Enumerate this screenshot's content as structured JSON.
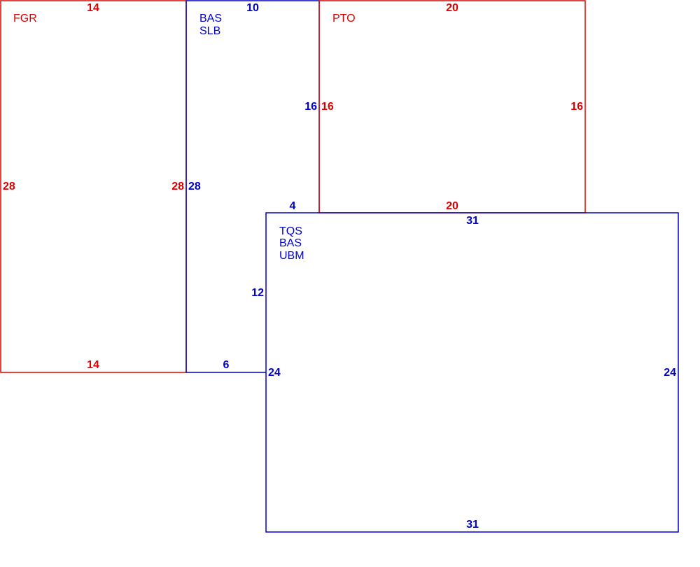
{
  "colors": {
    "red": "#dd0000",
    "blue": "#0000cc",
    "background": "#ffffff"
  },
  "rooms": [
    {
      "id": "fgr",
      "color": "red",
      "names": [
        "FGR"
      ],
      "dims": {
        "top": "14",
        "bottom": "14",
        "left": "28",
        "right": "28"
      }
    },
    {
      "id": "bas-slb",
      "color": "blue",
      "names": [
        "BAS",
        "SLB"
      ],
      "dims": {
        "top": "10",
        "left": "28",
        "right": "16",
        "notch_top": "4",
        "notch_side": "12",
        "bottom": "6"
      }
    },
    {
      "id": "pto",
      "color": "red",
      "names": [
        "PTO"
      ],
      "dims": {
        "top": "20",
        "bottom": "20",
        "left": "16",
        "right": "16"
      }
    },
    {
      "id": "tqs-bas-ubm",
      "color": "blue",
      "names": [
        "TQS",
        "BAS",
        "UBM"
      ],
      "dims": {
        "top": "31",
        "bottom": "31",
        "left": "24",
        "right": "24"
      }
    }
  ]
}
